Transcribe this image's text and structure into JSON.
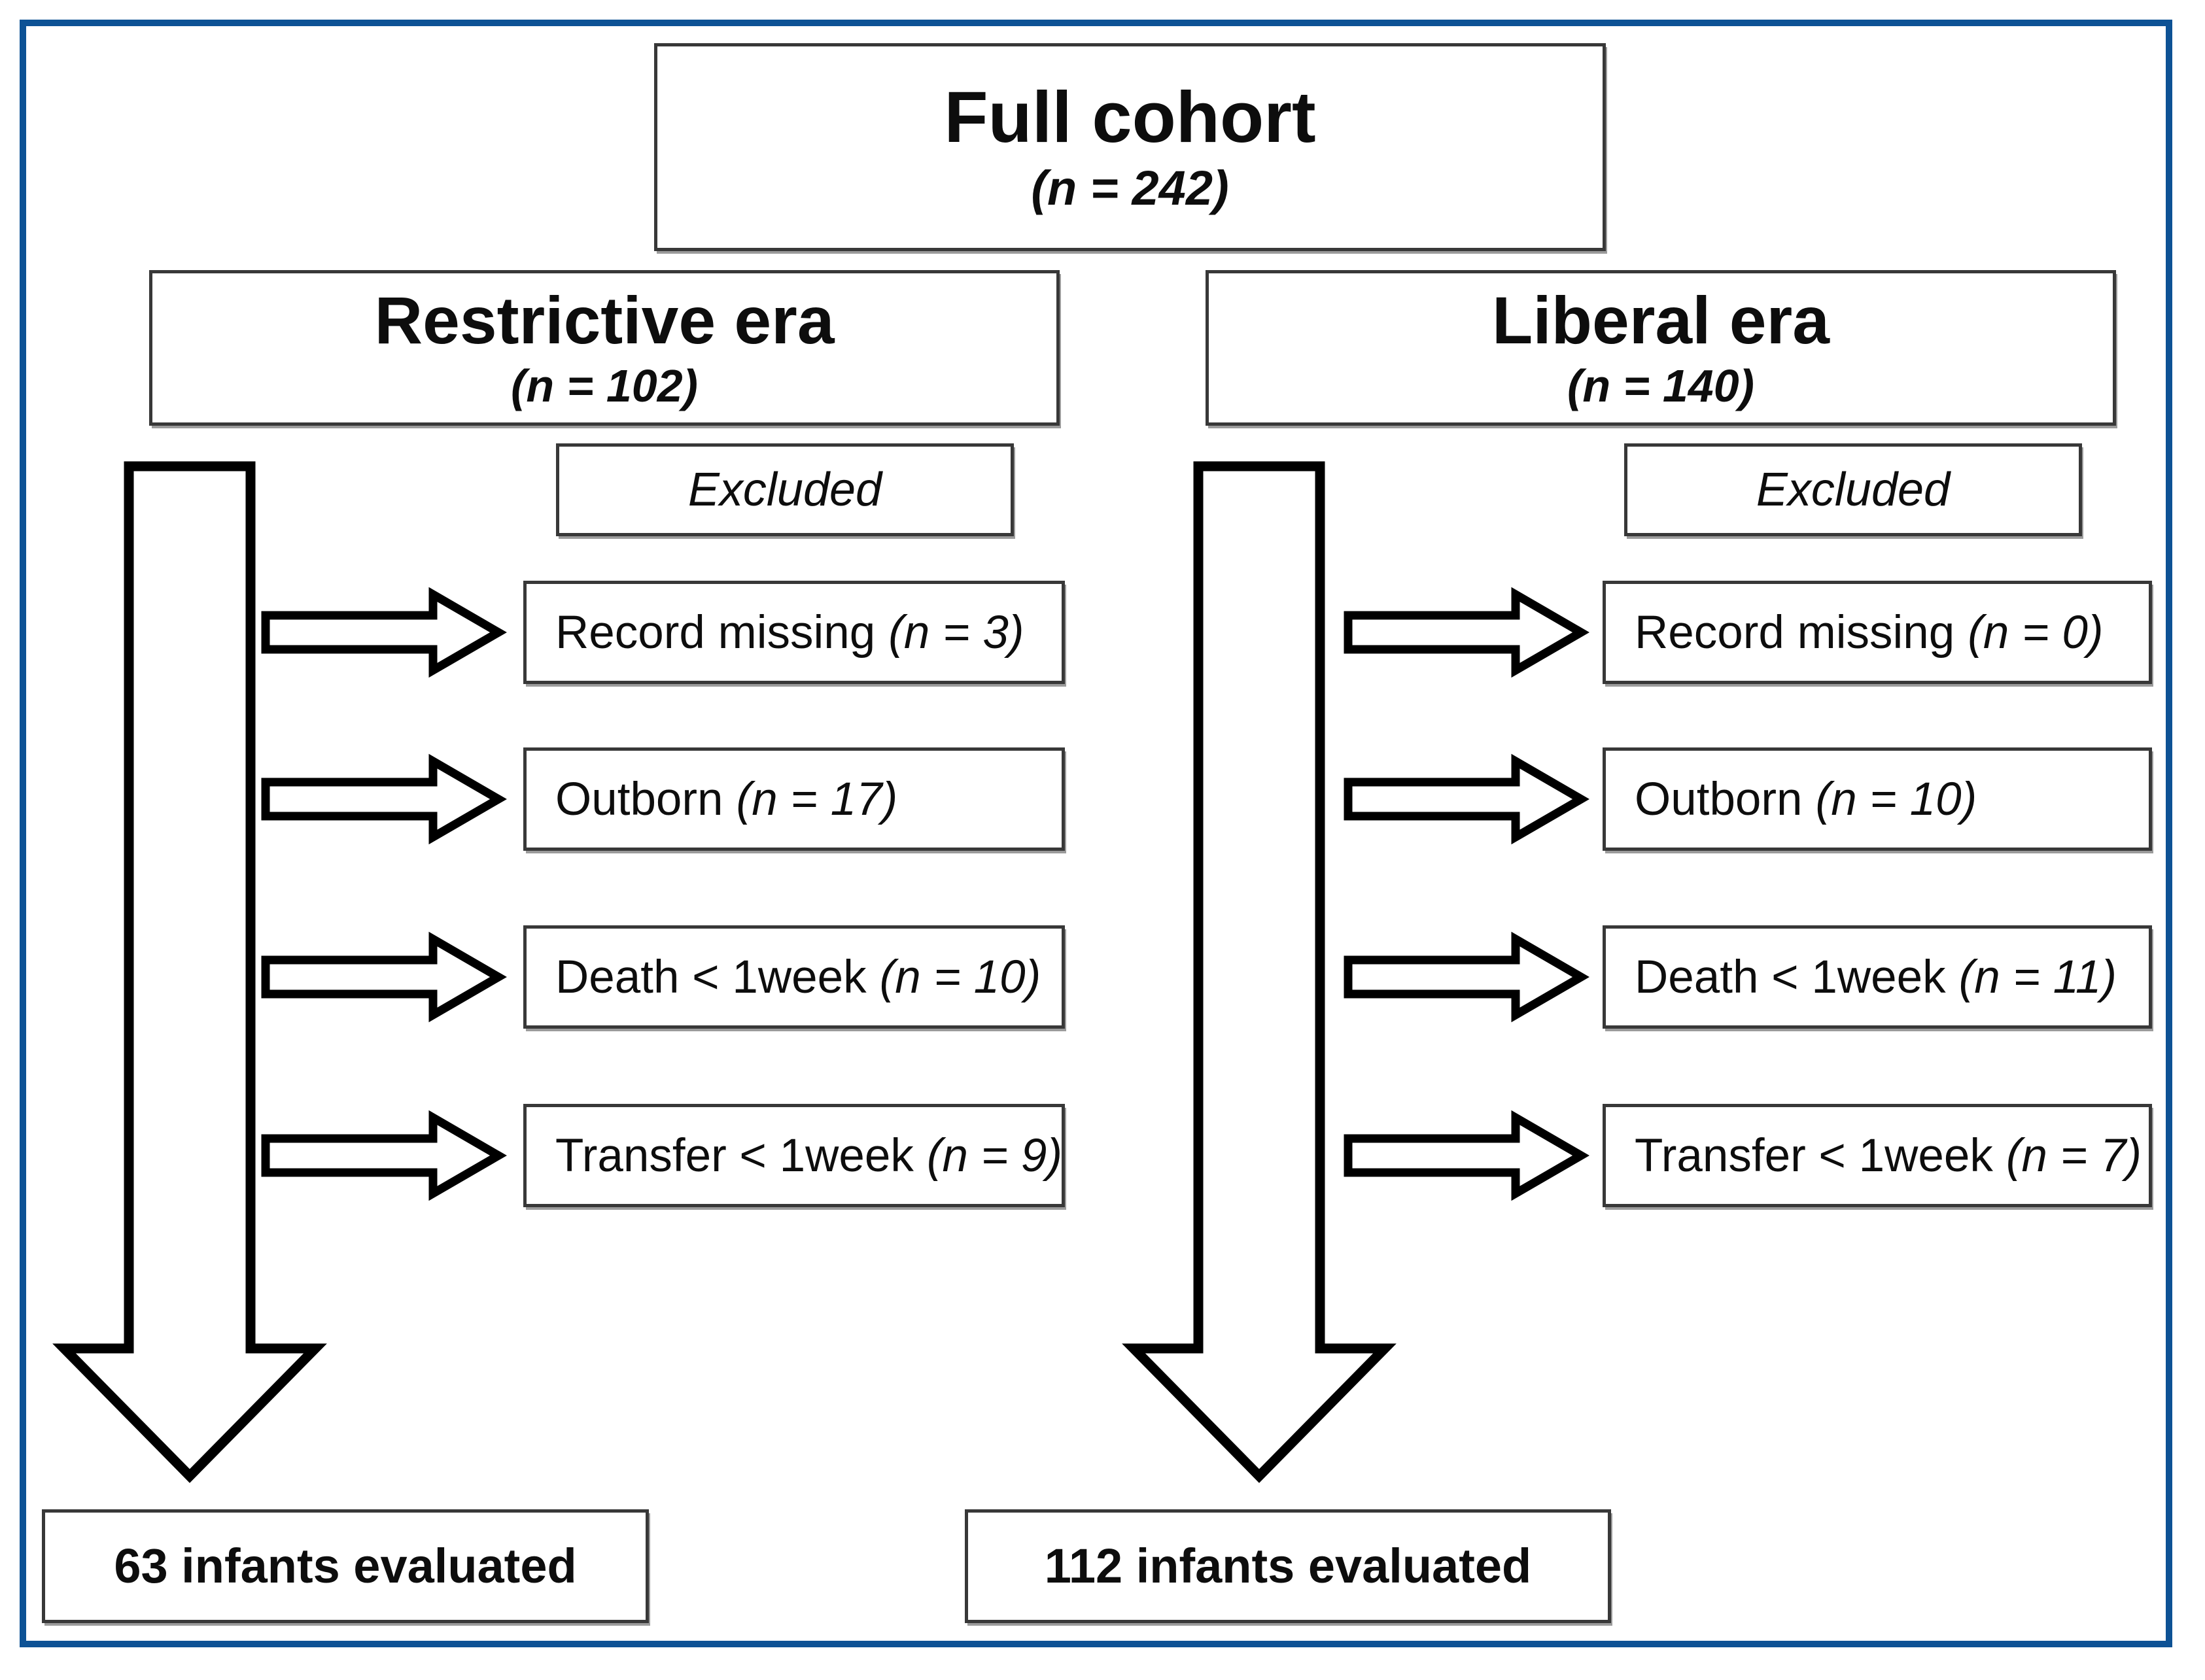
{
  "diagram": {
    "frame_color": "#0d5295",
    "full_cohort": {
      "title": "Full cohort",
      "n": "(n = 242)"
    },
    "eras": [
      {
        "title": "Restrictive era",
        "n": "(n = 102)",
        "excluded_header": "Excluded",
        "exclusions": [
          {
            "label": "Record missing",
            "n": "(n = 3)"
          },
          {
            "label": "Outborn",
            "n": "(n = 17)"
          },
          {
            "label": "Death < 1week",
            "n": "(n = 10)"
          },
          {
            "label": "Transfer < 1week",
            "n": "(n = 9)"
          }
        ],
        "outcome": "63 infants evaluated"
      },
      {
        "title": "Liberal era",
        "n": "(n = 140)",
        "excluded_header": "Excluded",
        "exclusions": [
          {
            "label": "Record missing",
            "n": "(n = 0)"
          },
          {
            "label": "Outborn",
            "n": "(n = 10)"
          },
          {
            "label": "Death < 1week",
            "n": "(n = 11)"
          },
          {
            "label": "Transfer < 1week",
            "n": "(n = 7)"
          }
        ],
        "outcome": "112 infants evaluated"
      }
    ]
  }
}
